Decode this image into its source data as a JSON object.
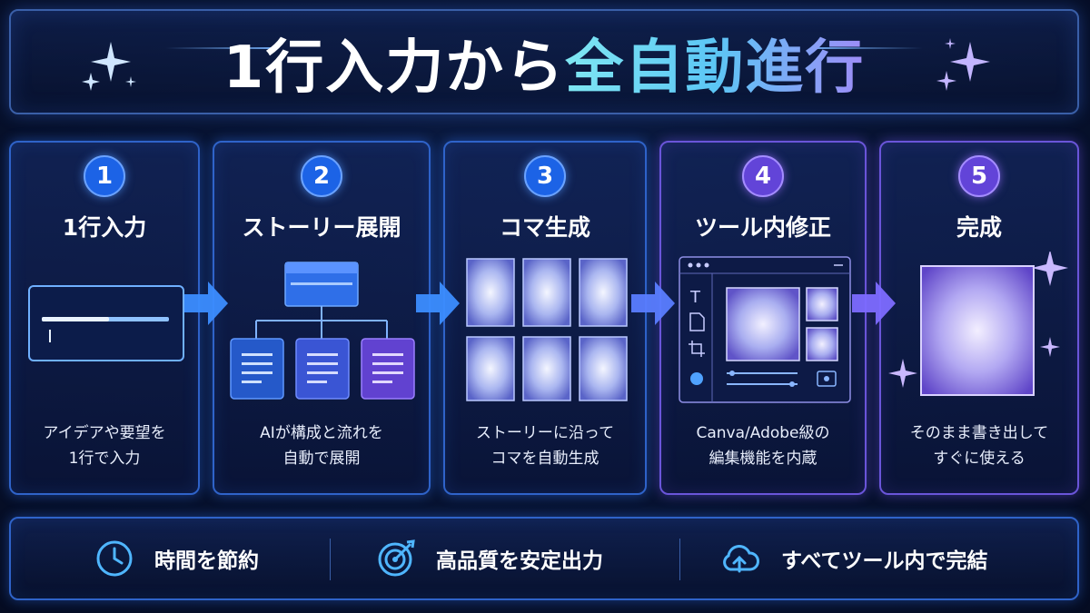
{
  "header": {
    "title_part1": "1行入力から",
    "title_part2": "全自動進行"
  },
  "steps": [
    {
      "number": "1",
      "title": "1行入力",
      "desc_line1": "アイデアや要望を",
      "desc_line2": "1行で入力"
    },
    {
      "number": "2",
      "title": "ストーリー展開",
      "desc_line1": "AIが構成と流れを",
      "desc_line2": "自動で展開"
    },
    {
      "number": "3",
      "title": "コマ生成",
      "desc_line1": "ストーリーに沿って",
      "desc_line2": "コマを自動生成"
    },
    {
      "number": "4",
      "title": "ツール内修正",
      "desc_line1": "Canva/Adobe級の",
      "desc_line2": "編集機能を内蔵"
    },
    {
      "number": "5",
      "title": "完成",
      "desc_line1": "そのまま書き出して",
      "desc_line2": "すぐに使える"
    }
  ],
  "benefits": [
    {
      "label": "時間を節約",
      "icon": "clock-icon"
    },
    {
      "label": "高品質を安定出力",
      "icon": "target-icon"
    },
    {
      "label": "すべてツール内で完結",
      "icon": "cloud-upload-icon"
    }
  ],
  "colors": {
    "background": "#081433",
    "blue_accent": "#2f63c9",
    "purple_accent": "#6a55d9",
    "title_gradient_start": "#7fe7f3",
    "title_gradient_end": "#9e8cf7"
  }
}
